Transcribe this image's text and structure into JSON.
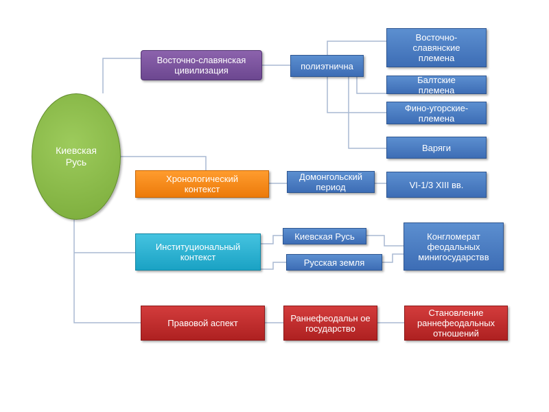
{
  "root": "Киевская Русь",
  "branches": {
    "civilization": {
      "label": "Восточно-славянская цивилизация",
      "middle": "полиэтнична",
      "items": [
        "Восточно-славянские племена",
        "Балтские племена",
        "Фино-угорские-племена",
        "Варяги"
      ]
    },
    "chronology": {
      "label": "Хронологический контекст",
      "middle": "Домонгольский период",
      "result": "VI-1/3 XIII вв."
    },
    "institutional": {
      "label": "Институциональный контекст",
      "middle_1": "Киевская Русь",
      "middle_2": "Русская земля",
      "result": "Конгломерат феодальных минигосударствв"
    },
    "legal": {
      "label": "Правовой аспект",
      "middle": "Раннефеодальн ое государство",
      "result": "Становление раннефеодальных отношений"
    }
  },
  "colors": {
    "root": "#8dbb4c",
    "civilization": "#7b55a0",
    "chronology": "#f58a1f",
    "institutional": "#2ab3d4",
    "legal": "#c0302f",
    "secondary": "#4a7cc0",
    "connector": "#a9b9d2"
  }
}
